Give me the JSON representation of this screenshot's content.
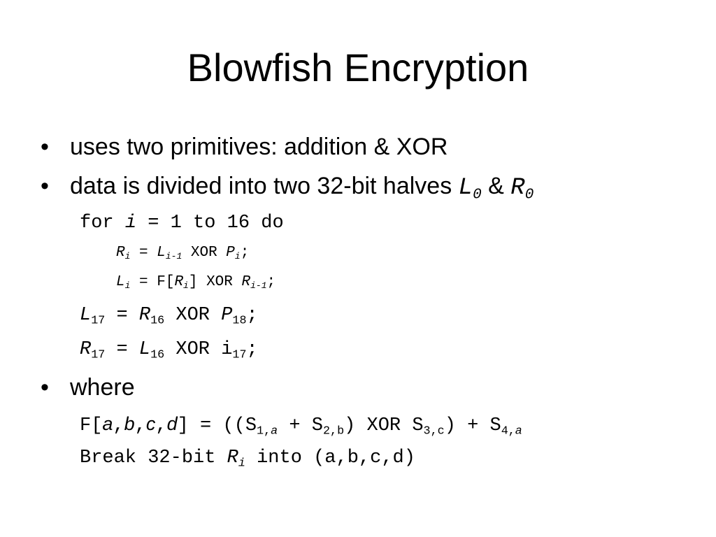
{
  "slide": {
    "title": "Blowfish Encryption",
    "bullet_glyph": "•",
    "bullet1": {
      "text": "uses two primitives: addition & XOR"
    },
    "bullet2": {
      "text": "data is divided into two 32-bit halves ",
      "var_l": "L",
      "sub_l": "0",
      "amp": " & ",
      "var_r": "R",
      "sub_r": "0"
    },
    "code_loop": {
      "pre": "for ",
      "var": "i",
      "post": " = 1 to 16 do"
    },
    "code_ri": {
      "v1": "R",
      "s1": "i",
      "eq": " = ",
      "v2": "L",
      "s2": "i-1",
      "xor": " XOR ",
      "v3": "P",
      "s3": "i",
      "end": ";"
    },
    "code_li": {
      "v1": "L",
      "s1": "i",
      "eq": " = F[",
      "v2": "R",
      "s2": "i",
      "xor": "] XOR ",
      "v3": "R",
      "s3": "i-1",
      "end": ";"
    },
    "code_l17": {
      "v1": "L",
      "s1": "17",
      "eq": " = ",
      "v2": "R",
      "s2": "16",
      "xor": " XOR ",
      "v3": "P",
      "s3": "18",
      "end": ";"
    },
    "code_r17": {
      "v1": "R",
      "s1": "17",
      "eq": " = ",
      "v2": "L",
      "s2": "16",
      "xor": " XOR i",
      "s3": "17",
      "end": ";"
    },
    "bullet3": {
      "text": "where"
    },
    "code_f": {
      "p0": "F[",
      "a": "a",
      "c1": ",",
      "b": "b",
      "c2": ",",
      "c": "c",
      "c3": ",",
      "d": "d",
      "p1": "] = ((S",
      "s1": "1,",
      "s1v": "a",
      "p2": " + S",
      "s2": "2,b",
      "p3": ") XOR S",
      "s3": "3,c",
      "p4": ") + S",
      "s4": "4,",
      "s4v": "a"
    },
    "code_break": {
      "pre": "Break 32-bit ",
      "var": "R",
      "sub": "i",
      "post": " into (a,b,c,d)"
    }
  }
}
